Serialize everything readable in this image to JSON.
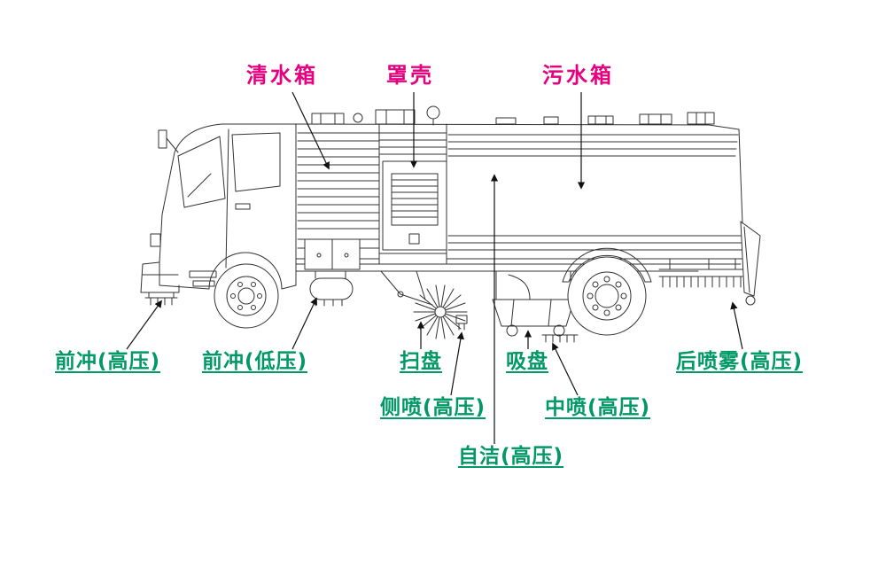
{
  "colors": {
    "top_label": "#e60080",
    "bottom_label": "#009966",
    "line_art": "#333333"
  },
  "labels": {
    "clean_water_tank": "清水箱",
    "cover_shell": "罩壳",
    "sewage_tank": "污水箱",
    "front_flush_high": "前冲(高压)",
    "front_flush_low": "前冲(低压)",
    "sweep_disc": "扫盘",
    "suction_disc": "吸盘",
    "rear_mist_high": "后喷雾(高压)",
    "side_spray_high": "侧喷(高压)",
    "mid_spray_high": "中喷(高压)",
    "self_clean_high": "自洁(高压)"
  }
}
